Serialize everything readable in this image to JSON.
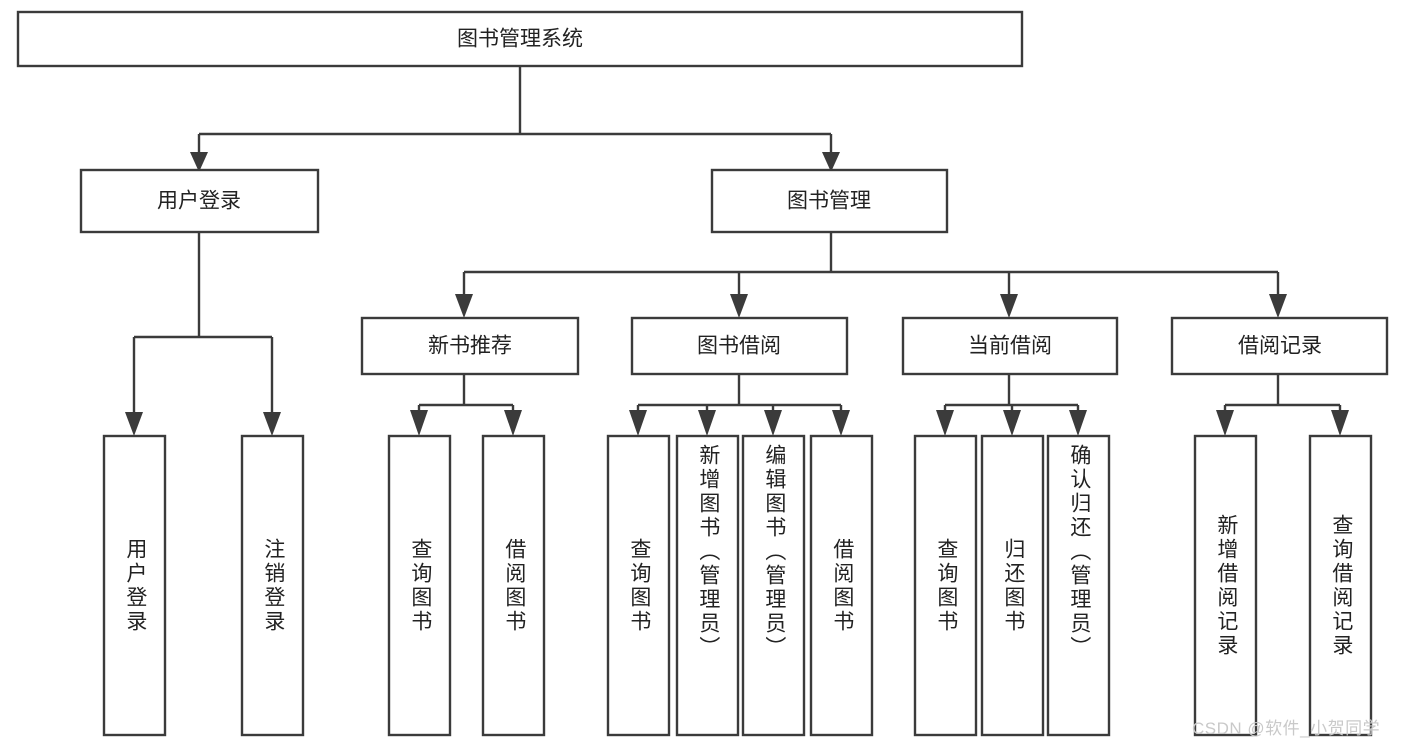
{
  "diagram": {
    "type": "hierarchy-tree",
    "title": "图书管理系统",
    "root": {
      "label": "图书管理系统"
    },
    "level2": [
      {
        "label": "用户登录"
      },
      {
        "label": "图书管理"
      }
    ],
    "level3": [
      {
        "label": "新书推荐"
      },
      {
        "label": "图书借阅"
      },
      {
        "label": "当前借阅"
      },
      {
        "label": "借阅记录"
      }
    ],
    "leaves": {
      "user_login": [
        {
          "label": "用户登录"
        },
        {
          "label": "注销登录"
        }
      ],
      "new_book_recommend": [
        {
          "label": "查询图书"
        },
        {
          "label": "借阅图书"
        }
      ],
      "book_borrow": [
        {
          "label": "查询图书"
        },
        {
          "label": "新增图书（管理员）"
        },
        {
          "label": "编辑图书（管理员）"
        },
        {
          "label": "借阅图书"
        }
      ],
      "current_borrow": [
        {
          "label": "查询图书"
        },
        {
          "label": "归还图书"
        },
        {
          "label": "确认归还（管理员）"
        }
      ],
      "borrow_records": [
        {
          "label": "新增借阅记录"
        },
        {
          "label": "查询借阅记录"
        }
      ]
    }
  },
  "watermark": {
    "text": "CSDN @软件_小贺同学"
  },
  "colors": {
    "stroke": "#3b3b3b",
    "fill": "#ffffff",
    "text": "#222222",
    "watermark": "#c9c9c9"
  }
}
